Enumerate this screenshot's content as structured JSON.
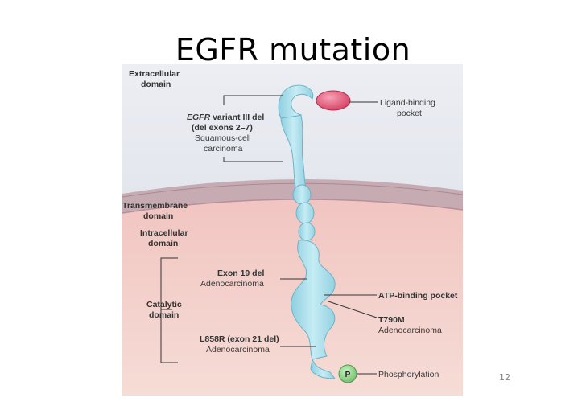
{
  "slide": {
    "title": "EGFR mutation",
    "page_number": "12"
  },
  "diagram": {
    "regions": {
      "extracellular": [
        "Extracellular",
        "domain"
      ],
      "transmembrane": [
        "Transmembrane",
        "domain"
      ],
      "intracellular": [
        "Intracellular",
        "domain"
      ],
      "catalytic": [
        "Catalytic",
        "domain"
      ]
    },
    "mutations": {
      "egfr_variant": {
        "gene": "EGFR",
        "rest": " variant III del",
        "exons": "(del exons 2–7)",
        "type_line1": "Squamous-cell",
        "type_line2": "carcinoma"
      },
      "exon19": {
        "name": "Exon 19 del",
        "type": "Adenocarcinoma"
      },
      "l858r": {
        "name": "L858R (exon 21 del)",
        "type": "Adenocarcinoma"
      },
      "t790m": {
        "name": "T790M",
        "type": "Adenocarcinoma"
      }
    },
    "sites": {
      "ligand_binding": [
        "Ligand-binding",
        "pocket"
      ],
      "atp_binding": "ATP-binding pocket",
      "phosphorylation": "Phosphorylation",
      "phospho_symbol": "P"
    },
    "colors": {
      "extracellular_bg": "#e6e8ef",
      "membrane": "#c6abb2",
      "cytoplasm": "#efc6c2",
      "receptor": "#aee0ec",
      "ligand": "#e45a78",
      "phospho": "#8fd08a"
    }
  }
}
